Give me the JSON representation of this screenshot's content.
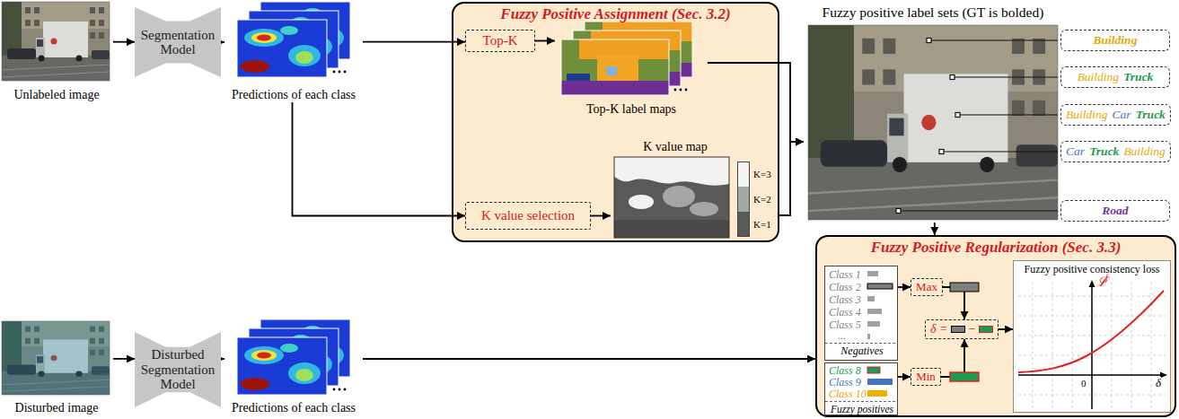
{
  "diagram": {
    "nodes": [
      {
        "text": [
          "Unlabeled image"
        ]
      },
      {
        "text": [
          "Segmentation Model"
        ]
      },
      {
        "text": [
          "Predictions of each class"
        ]
      },
      {
        "text": [
          "Fuzzy Positive Assignment (Sec. 3.2)"
        ]
      },
      {
        "text": [
          "Top-K"
        ],
        "in": 3
      },
      {
        "text": [
          "Top-K label maps"
        ],
        "in": 3
      },
      {
        "text": [
          "K value selection"
        ],
        "in": 3
      },
      {
        "text": [
          "K value map"
        ],
        "in": 3
      },
      {
        "text": [
          "Fuzzy positive label sets (GT is bolded)"
        ]
      },
      {
        "text": [
          "Building"
        ],
        "in": 8
      },
      {
        "text": [
          "Building",
          "Truck"
        ],
        "in": 8
      },
      {
        "text": [
          "Building",
          "Car",
          "Truck"
        ],
        "in": 8
      },
      {
        "text": [
          "Car",
          "Truck",
          "Building"
        ],
        "in": 8
      },
      {
        "text": [
          "Road"
        ],
        "in": 8
      },
      {
        "text": [
          "Fuzzy Positive Regularization (Sec. 3.3)"
        ]
      },
      {
        "text": [
          "Class 1",
          "Class 2",
          "Class 3",
          "Class 4",
          "Class 5",
          "...",
          "Negatives"
        ],
        "in": 14
      },
      {
        "text": [
          "Class 8",
          "Class 9",
          "Class 10",
          "Fuzzy positives"
        ],
        "in": 14
      },
      {
        "text": [
          "Max"
        ],
        "in": 14
      },
      {
        "text": [
          "Min"
        ],
        "in": 14
      },
      {
        "text": [
          "δ =",
          "−"
        ],
        "in": 14
      },
      {
        "text": [
          "Fuzzy positive consistency loss",
          "ℒ",
          "f",
          "0",
          "δ"
        ],
        "in": 14
      },
      {
        "text": [
          "Disturbed image"
        ]
      },
      {
        "text": [
          "Disturbed Segmentation Model"
        ]
      },
      {
        "text": [
          "Predictions of each class"
        ]
      }
    ],
    "edges": [
      {
        "from": 0,
        "to": 1,
        "arrow": "to"
      },
      {
        "from": 1,
        "to": 2,
        "arrow": "to"
      },
      {
        "from": 2,
        "to": 4,
        "arrow": "to"
      },
      {
        "from": 4,
        "to": 5,
        "arrow": "to"
      },
      {
        "from": 2,
        "to": 6,
        "arrow": "to"
      },
      {
        "from": 6,
        "to": 7,
        "arrow": "to"
      },
      {
        "from": 5,
        "to": 8,
        "arrow": "to"
      },
      {
        "from": 7,
        "to": 8,
        "arrow": "to"
      },
      {
        "from": 8,
        "to": 14,
        "arrow": "to"
      },
      {
        "from": 21,
        "to": 22,
        "arrow": "to"
      },
      {
        "from": 22,
        "to": 23,
        "arrow": "to"
      },
      {
        "from": 23,
        "to": 14,
        "arrow": "to"
      },
      {
        "from": 15,
        "to": 17,
        "arrow": "to"
      },
      {
        "from": 16,
        "to": 18,
        "arrow": "to"
      },
      {
        "from": 17,
        "to": 19,
        "arrow": "to"
      },
      {
        "from": 18,
        "to": 19,
        "arrow": "to"
      },
      {
        "from": 19,
        "to": 20,
        "arrow": "to"
      }
    ],
    "legend": [
      {
        "text": "K=3",
        "color": "#f4f4f4"
      },
      {
        "text": "K=2",
        "color": "#a6a6a6"
      },
      {
        "text": "K=1",
        "color": "#595959"
      }
    ]
  }
}
